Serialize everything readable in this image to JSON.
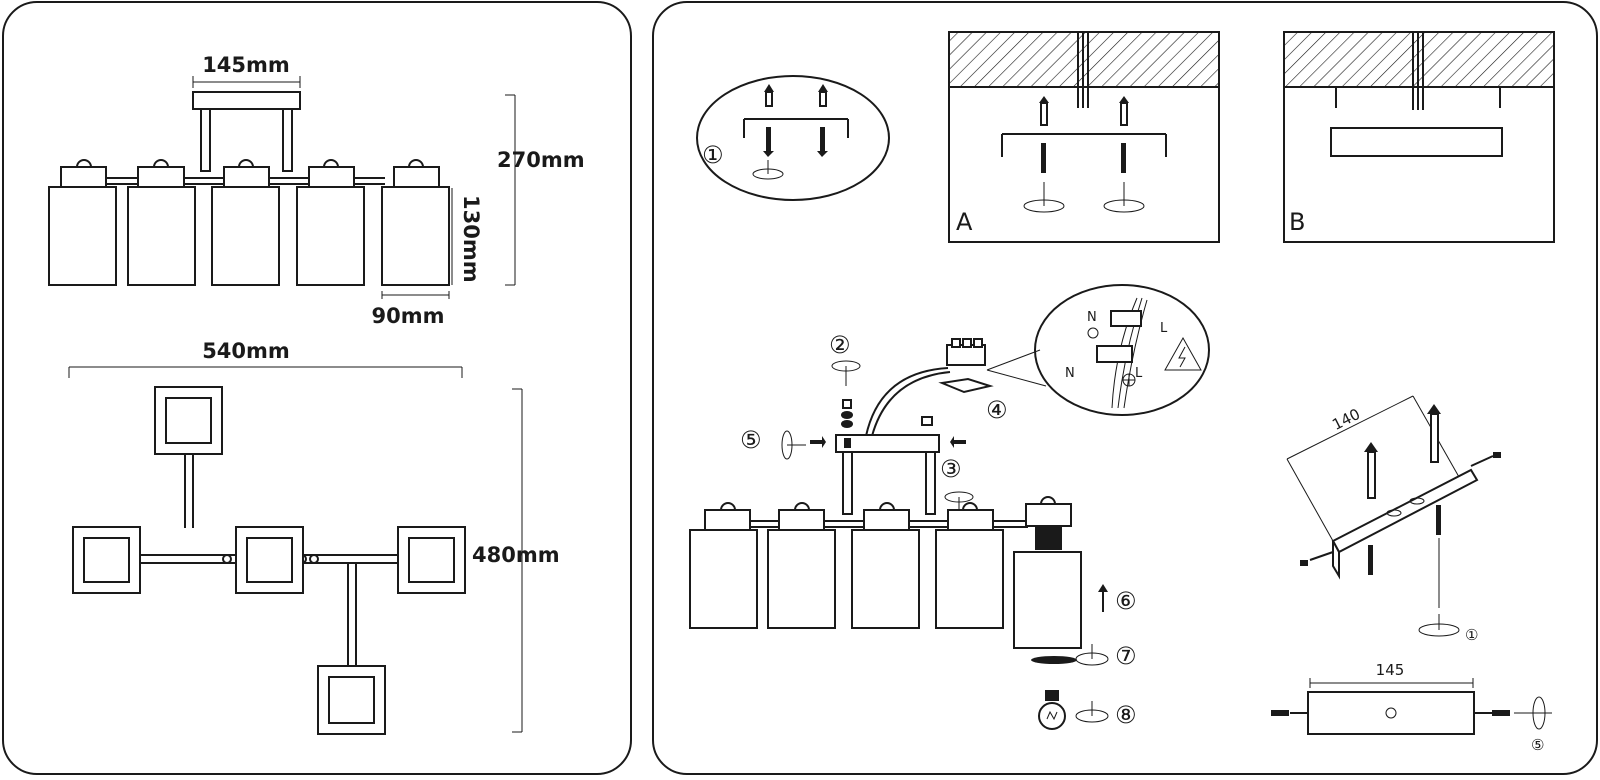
{
  "dimensions": {
    "canopy_width": "145mm",
    "total_height": "270mm",
    "shade_height": "130mm",
    "shade_width": "90mm",
    "total_length": "540mm",
    "total_depth": "480mm"
  },
  "panel_labels": {
    "a": "A",
    "b": "B"
  },
  "steps": {
    "s1": "①",
    "s2": "②",
    "s3": "③",
    "s4": "④",
    "s5": "⑤",
    "s6": "⑥",
    "s7": "⑦",
    "s8": "⑧"
  },
  "wiring": {
    "n": "N",
    "l": "L"
  },
  "bracket": {
    "length": "140",
    "canopy_length": "145"
  },
  "colors": {
    "line": "#1a1a1a",
    "background": "#ffffff"
  },
  "icons": [
    "electric-hazard-icon",
    "rotate-arrow-icon",
    "light-bulb-icon",
    "earth-symbol-icon"
  ]
}
